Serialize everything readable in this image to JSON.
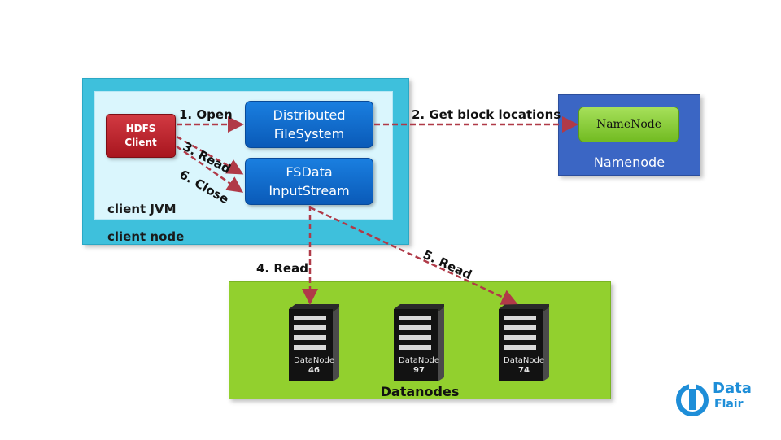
{
  "client_node": {
    "label": "client node",
    "jvm_label": "client JVM",
    "hdfs_client": {
      "line1": "HDFS",
      "line2": "Client"
    },
    "distributed_fs": {
      "line1": "Distributed",
      "line2": "FileSystem"
    },
    "fsdata": {
      "line1": "FSData",
      "line2": "InputStream"
    }
  },
  "namenode": {
    "box_label": "NameNode",
    "caption": "Namenode"
  },
  "datanodes": {
    "caption": "Datanodes",
    "nodes": [
      {
        "name": "DataNode",
        "id": "46"
      },
      {
        "name": "DataNode",
        "id": "97"
      },
      {
        "name": "DataNode",
        "id": "74"
      }
    ]
  },
  "steps": {
    "open": "1. Open",
    "get_block_locations": "2. Get block locations",
    "read3": "3. Read",
    "read4": "4. Read",
    "read5": "5. Read",
    "close": "6. Close"
  },
  "colors": {
    "client_node": "#3ec0dc",
    "client_jvm": "#daf6fd",
    "hdfs_client": "#b81e27",
    "blue_box": "#1270d0",
    "namenode_outer": "#3b66c4",
    "namenode_inner": "#8ccf3e",
    "datanodes_panel": "#92d02e",
    "arrow": "#b03a48",
    "logo": "#1e8ed8"
  },
  "logo": {
    "line1": "Data",
    "line2": "Flair"
  }
}
